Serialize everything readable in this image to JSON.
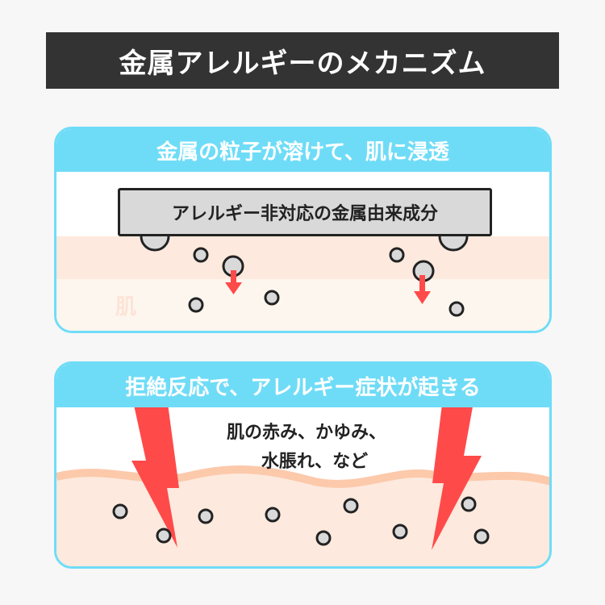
{
  "title": "金属アレルギーのメカニズム",
  "panel1": {
    "heading": "金属の粒子が溶けて、肌に浸透",
    "metal_label": "アレルギー非対応の金属由来成分",
    "skin_label": "肌"
  },
  "panel2": {
    "heading": "拒絶反応で、アレルギー症状が起きる",
    "symptoms_line1": "肌の赤み、かゆみ、",
    "symptoms_line2": "水脹れ、など"
  },
  "colors": {
    "accent": "#6fdcf7",
    "title_bg": "#333333",
    "skin": "#fde9dd",
    "skin_line": "#fcc9ab",
    "alert": "#ff4a4a",
    "particle": "#d9d9d9"
  }
}
